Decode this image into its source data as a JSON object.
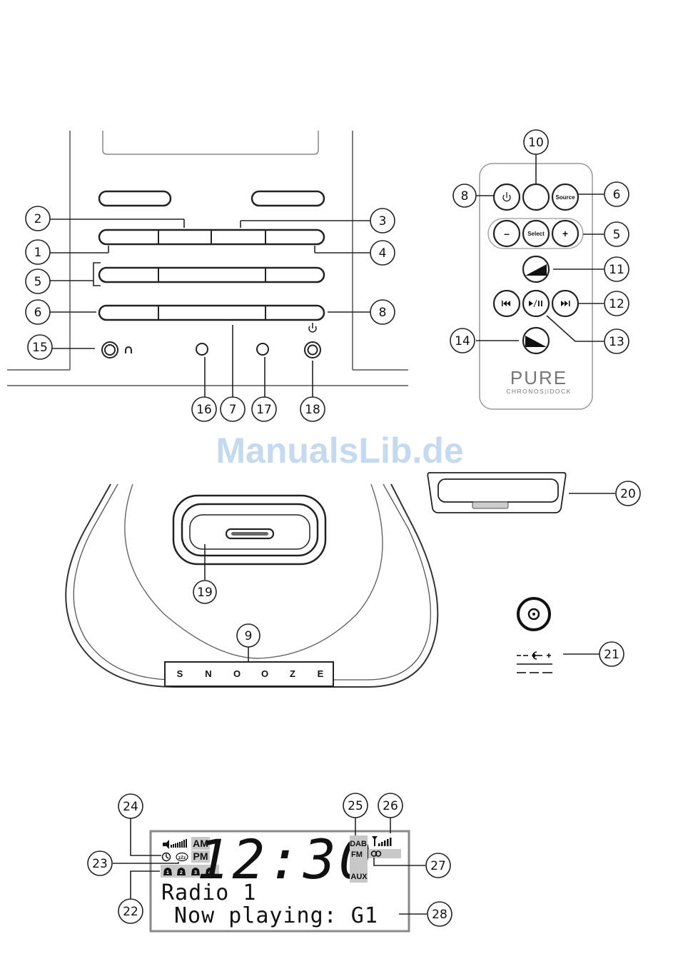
{
  "watermark": "ManualsLib.de",
  "callouts": {
    "c1": "1",
    "c2": "2",
    "c3": "3",
    "c4": "4",
    "c5": "5",
    "c6": "6",
    "c7": "7",
    "c8": "8",
    "c15": "15",
    "c16": "16",
    "c17": "17",
    "c18": "18",
    "r10": "10",
    "r8": "8",
    "r6": "6",
    "r5": "5",
    "r11": "11",
    "r12": "12",
    "r13": "13",
    "r14": "14",
    "c19": "19",
    "c9": "9",
    "c20": "20",
    "c21": "21",
    "c22": "22",
    "c23": "23",
    "c24": "24",
    "c25": "25",
    "c26": "26",
    "c27": "27",
    "c28": "28"
  },
  "remote": {
    "source_label": "Source",
    "select_label": "Select",
    "minus_label": "–",
    "plus_label": "+",
    "brand": "PURE",
    "model": "CHRONOS|iDOCK"
  },
  "snooze_letters": [
    "S",
    "N",
    "O",
    "O",
    "Z",
    "E"
  ],
  "lcd": {
    "time": "12:30",
    "am": "AM",
    "pm": "PM",
    "dab": "DAB",
    "fm": "FM",
    "aux": "AUX",
    "line1": "Radio 1",
    "line2": "Now playing: G1",
    "alarm_numbers": [
      "1",
      "2",
      "3",
      "4"
    ],
    "zz": "zZz"
  },
  "dc_polarity": {
    "minus": "-",
    "plus": "+"
  }
}
